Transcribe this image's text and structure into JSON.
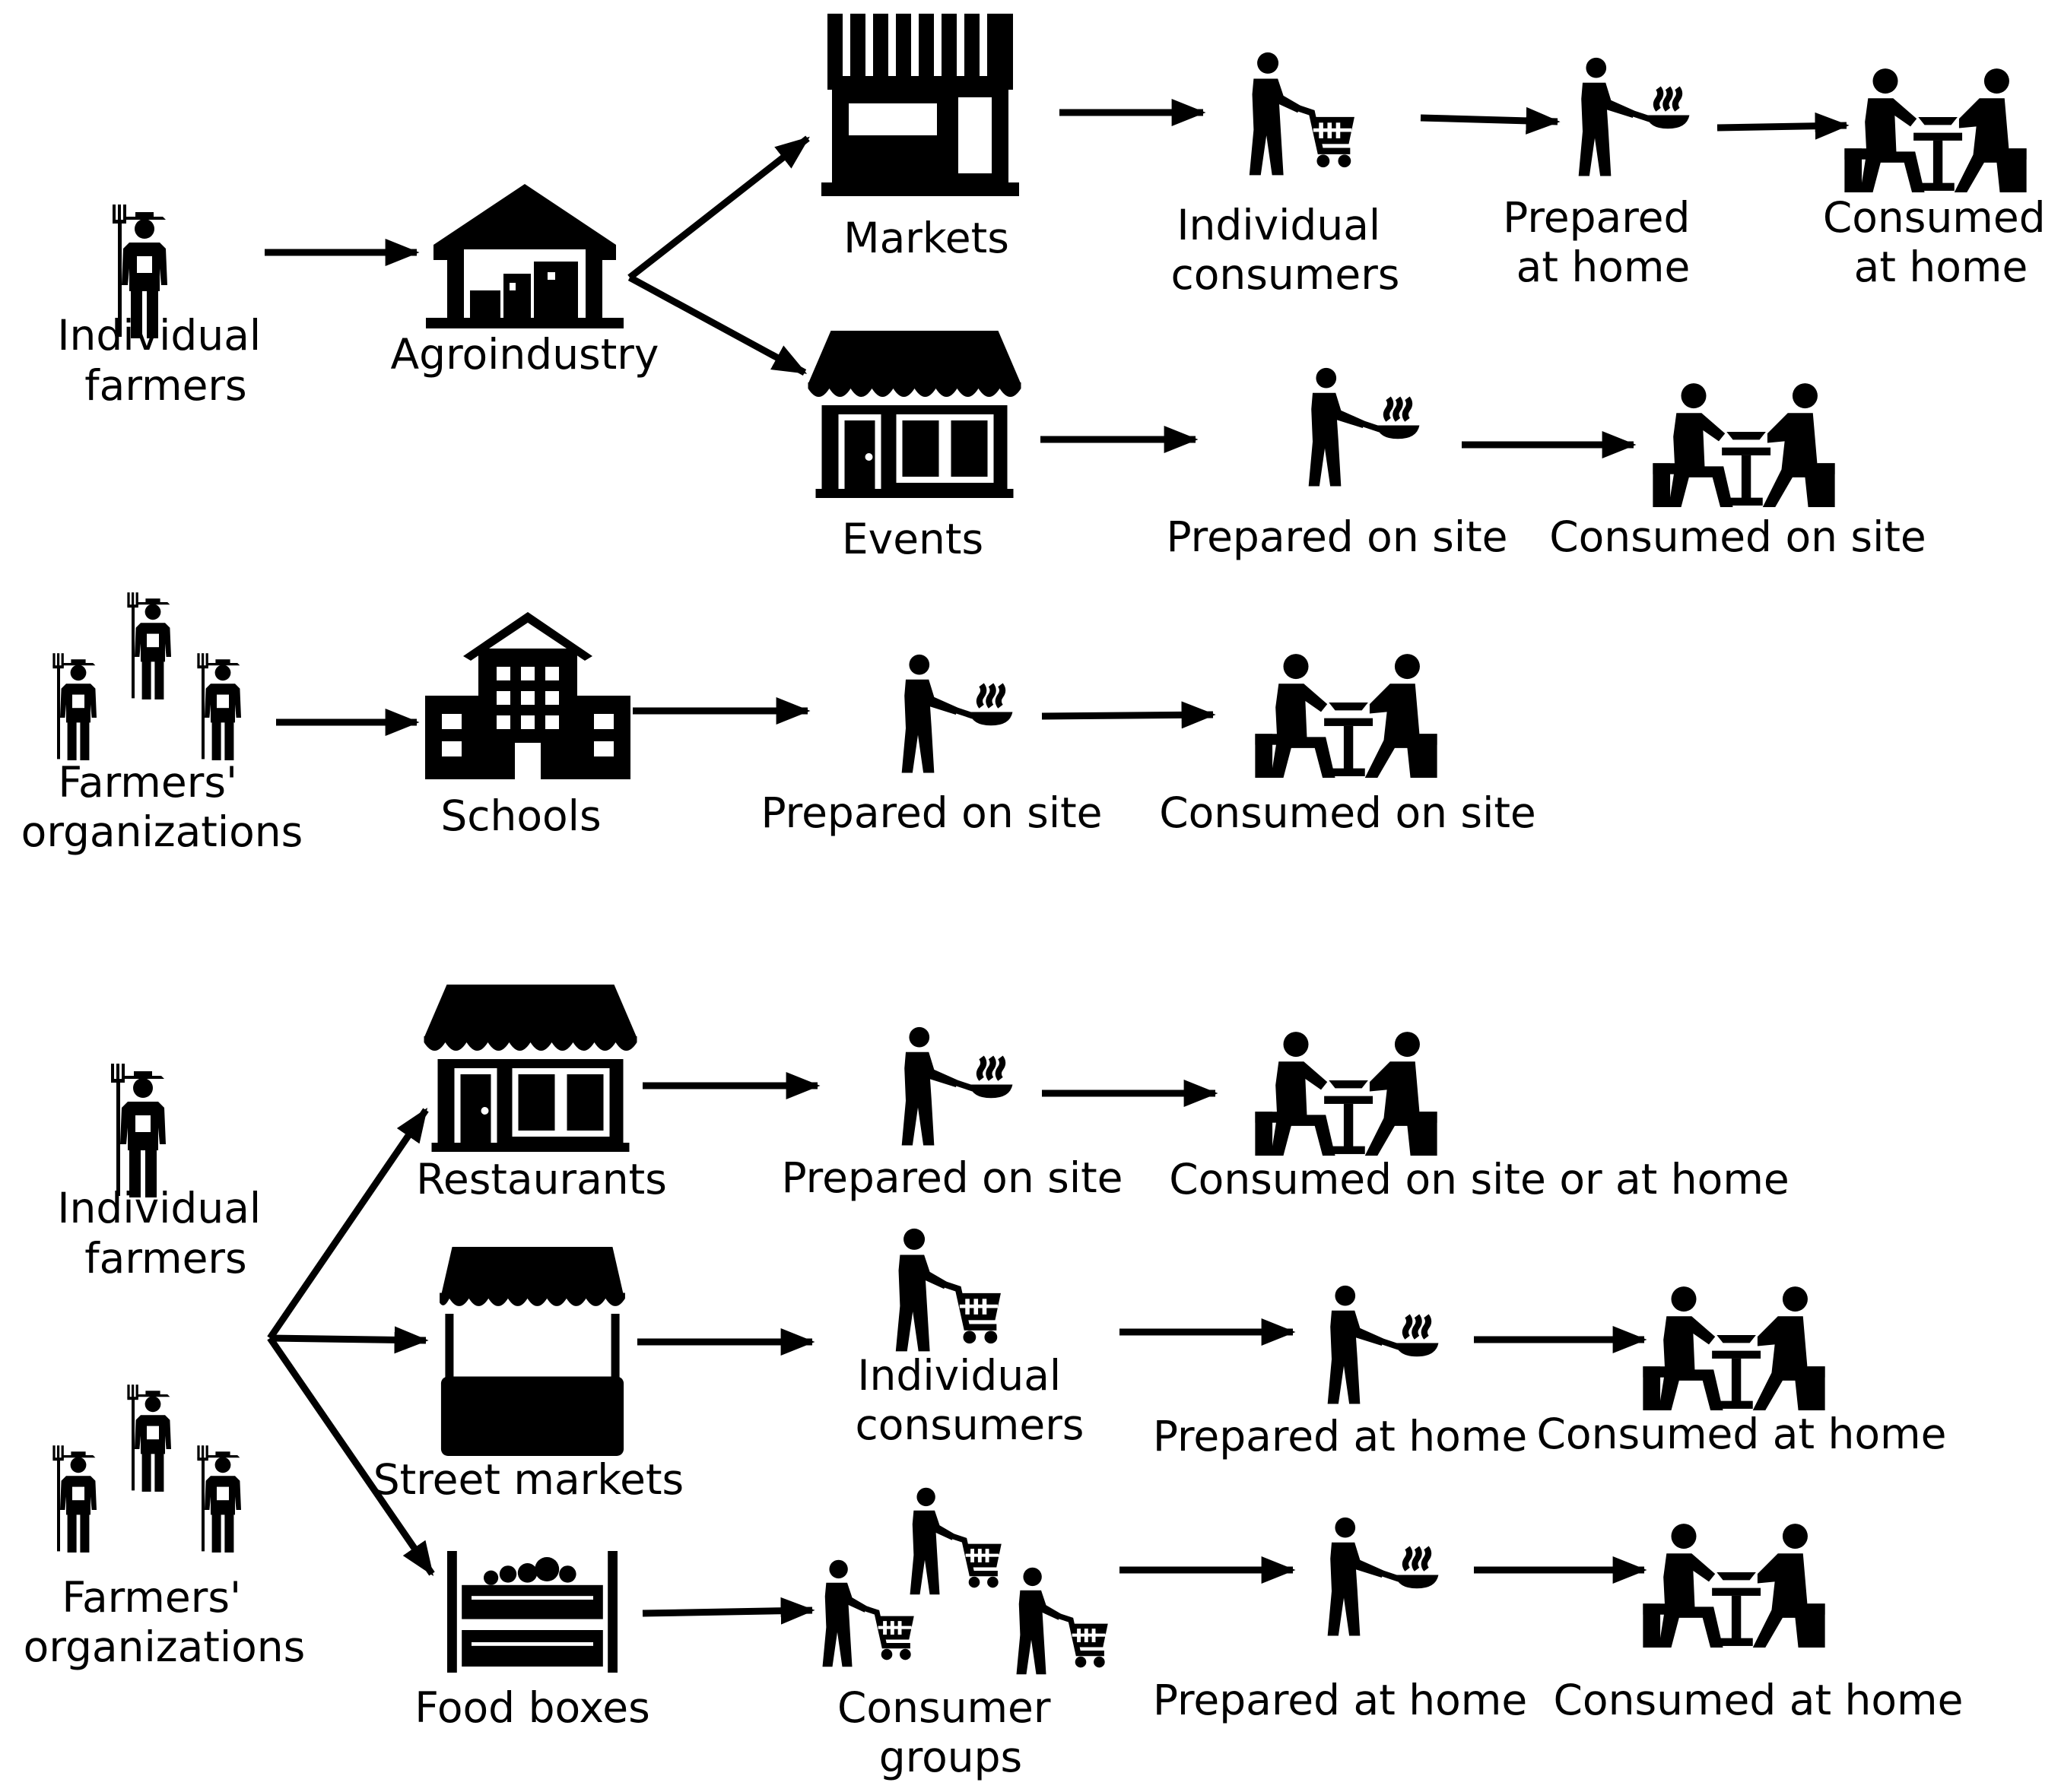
{
  "labels": {
    "farmer_1": [
      "Individual",
      "farmers"
    ],
    "agroindustry": "Agroindustry",
    "markets": "Markets",
    "events": "Events",
    "ind_consumers_1": [
      "Individual",
      "consumers"
    ],
    "prepared_home_1": [
      "Prepared",
      "at home"
    ],
    "consumed_home_1": [
      "Consumed",
      "at home"
    ],
    "prepared_site_1": "Prepared on site",
    "consumed_site_1": "Consumed on site",
    "farmers_org_1": [
      "Farmers'",
      "organizations"
    ],
    "schools": "Schools",
    "prepared_site_2": "Prepared on site",
    "consumed_site_2": "Consumed on site",
    "farmer_2": [
      "Individual",
      "farmers"
    ],
    "farmers_org_2": [
      "Farmers'",
      "organizations"
    ],
    "restaurants": "Restaurants",
    "street_markets": "Street markets",
    "food_boxes": "Food boxes",
    "prepared_site_3": "Prepared on site",
    "consumed_site_home": "Consumed on site or at home",
    "ind_consumers_2": [
      "Individual",
      "consumers"
    ],
    "prepared_home_2": "Prepared at home",
    "consumed_home_2": "Consumed at home",
    "consumer_groups": [
      "Consumer",
      "groups"
    ],
    "prepared_home_3": "Prepared at home",
    "consumed_home_3": "Consumed at home"
  },
  "icons": [
    "farmer-icon",
    "farmers-group-icon",
    "factory-icon",
    "market-store-icon",
    "shop-icon",
    "school-icon",
    "street-stall-icon",
    "food-box-icon",
    "shopper-cart-icon",
    "cook-pan-icon",
    "dining-people-icon"
  ]
}
